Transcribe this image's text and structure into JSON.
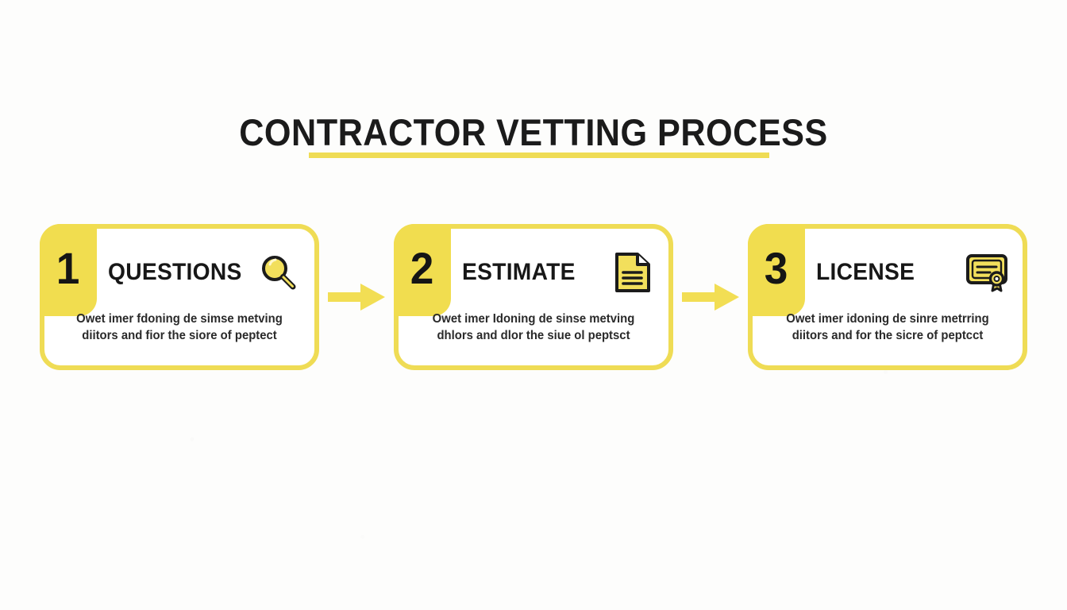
{
  "page": {
    "background_color": "#fdfdfc",
    "accent_color": "#efdc55",
    "text_color": "#1a1a1a"
  },
  "header": {
    "title": "CONTRACTOR VETTING PROCESS",
    "underline_color": "#efdc55"
  },
  "steps": [
    {
      "number": "1",
      "title": "QUESTIONS",
      "icon": "magnifier-icon",
      "body_line1": "Owet imer fdoning de simse metving",
      "body_line2": "diitors and fior the siore of peptect"
    },
    {
      "number": "2",
      "title": "ESTIMATE",
      "icon": "document-icon",
      "body_line1": "Owet imer Idoning de sinse metving",
      "body_line2": "dhlors and dlor the siue ol peptsct"
    },
    {
      "number": "3",
      "title": "LICENSE",
      "icon": "certificate-icon",
      "body_line1": "Owet imer idoning de sinre metrring",
      "body_line2": "diitors and for the sicre of peptcct"
    }
  ],
  "connectors": [
    {
      "name": "arrow-1-to-2",
      "direction": "right",
      "color": "#f2de54"
    },
    {
      "name": "arrow-2-to-3",
      "direction": "right",
      "color": "#f2de54"
    }
  ]
}
